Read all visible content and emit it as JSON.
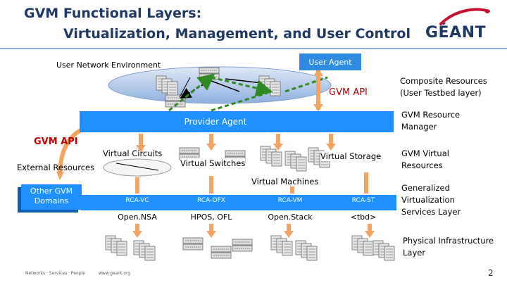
{
  "title": {
    "line1": "GVM Functional Layers:",
    "line2": "Virtualization, Management, and User Control"
  },
  "logo": {
    "text": "GÉANT"
  },
  "labels": {
    "user_network_environment": "User Network Environment",
    "user_agent": "User Agent",
    "gvm_api_top": "GVM API",
    "provider_agent": "Provider Agent",
    "gvm_api_left": "GVM API",
    "external_resources": "External Resources",
    "virtual_circuits": "Virtual Circuits",
    "virtual_switches": "Virtual Switches",
    "virtual_storage": "Virtual Storage",
    "virtual_machines": "Virtual Machines",
    "other_gvm_domains": "Other GVM Domains"
  },
  "right_column": {
    "composite": "Composite Resources (User Testbed layer)",
    "manager": "GVM Resource Manager",
    "virtual_resources": "GVM Virtual Resources",
    "services": "Generalized Virtualization Services Layer",
    "physical": "Physical Infrastructure Layer"
  },
  "rca": [
    {
      "label": "RCA-VC",
      "impl": "Open.NSA"
    },
    {
      "label": "RCA-OFX",
      "impl": "HPOS, OFL"
    },
    {
      "label": "RCA-VM",
      "impl": "Open.Stack"
    },
    {
      "label": "RCA-ST",
      "impl": "<tbd>"
    }
  ],
  "footer": {
    "left": "Networks · Services · People",
    "url": "www.geant.org",
    "page": "2"
  },
  "colors": {
    "title": "#1f3864",
    "accent_blue": "#1e90ff",
    "api_red": "#c00000",
    "arrow_orange": "#f4a460",
    "link_green": "#2e8b22"
  }
}
